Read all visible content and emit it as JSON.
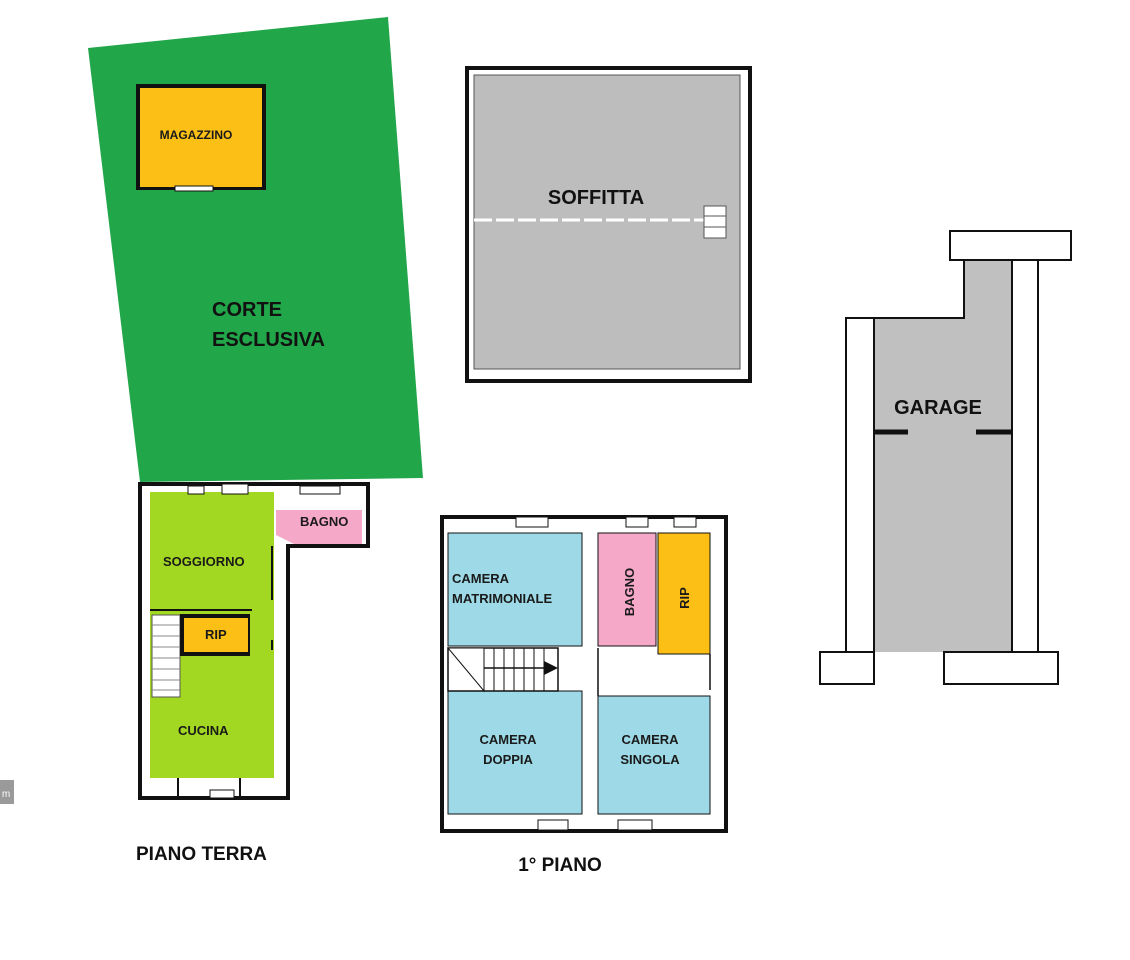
{
  "colors": {
    "garden": "#22a64a",
    "storage": "#fbbf16",
    "living": "#a3d822",
    "bath": "#f5a8c8",
    "bedroom": "#9dd9e6",
    "attic": "#bdbdbd",
    "garage": "#c0c0c0",
    "wall": "#111111"
  },
  "ground_floor": {
    "title": "PIANO TERRA",
    "court": [
      "CORTE",
      "ESCLUSIVA"
    ],
    "storage": "MAGAZZINO",
    "living": "SOGGIORNO",
    "bath": "BAGNO",
    "closet": "RIP",
    "kitchen": "CUCINA"
  },
  "first_floor": {
    "title": "1° PIANO",
    "master": [
      "CAMERA",
      "MATRIMONIALE"
    ],
    "bath": "BAGNO",
    "closet": "RIP",
    "double": [
      "CAMERA",
      "DOPPIA"
    ],
    "single": [
      "CAMERA",
      "SINGOLA"
    ]
  },
  "attic": {
    "label": "SOFFITTA"
  },
  "garage": {
    "label": "GARAGE"
  },
  "edge_mark": "m"
}
